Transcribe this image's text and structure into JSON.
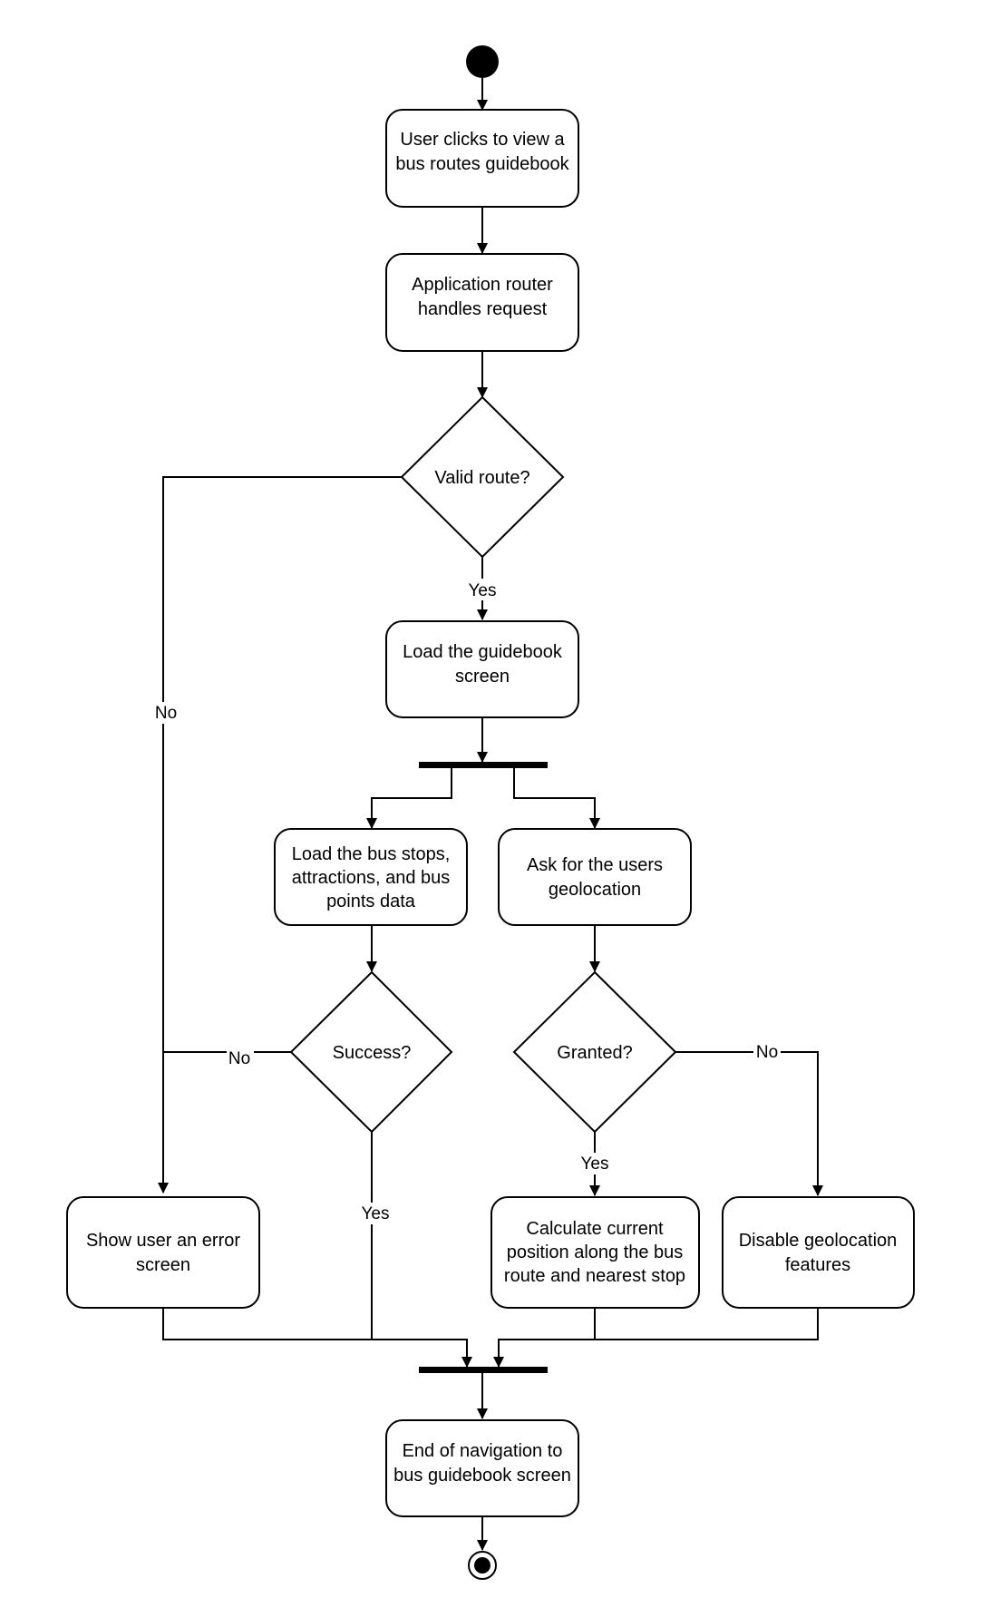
{
  "nodes": {
    "user_clicks": [
      "User clicks to view a",
      "bus routes guidebook"
    ],
    "router": [
      "Application router",
      "handles request"
    ],
    "valid_route": [
      "Valid route?"
    ],
    "load_screen": [
      "Load the guidebook",
      "screen"
    ],
    "load_data": [
      "Load the bus stops,",
      "attractions, and bus",
      "points data"
    ],
    "ask_geo": [
      "Ask for the users",
      "geolocation"
    ],
    "success": [
      "Success?"
    ],
    "granted": [
      "Granted?"
    ],
    "error_screen": [
      "Show user an error",
      "screen"
    ],
    "calc_position": [
      "Calculate current",
      "position along the bus",
      "route and nearest stop"
    ],
    "disable_geo": [
      "Disable geolocation",
      "features"
    ],
    "end_nav": [
      "End of navigation to",
      "bus guidebook screen"
    ]
  },
  "edge_labels": {
    "valid_yes": "Yes",
    "valid_no": "No",
    "success_no": "No",
    "success_yes": "Yes",
    "granted_yes": "Yes",
    "granted_no": "No"
  }
}
